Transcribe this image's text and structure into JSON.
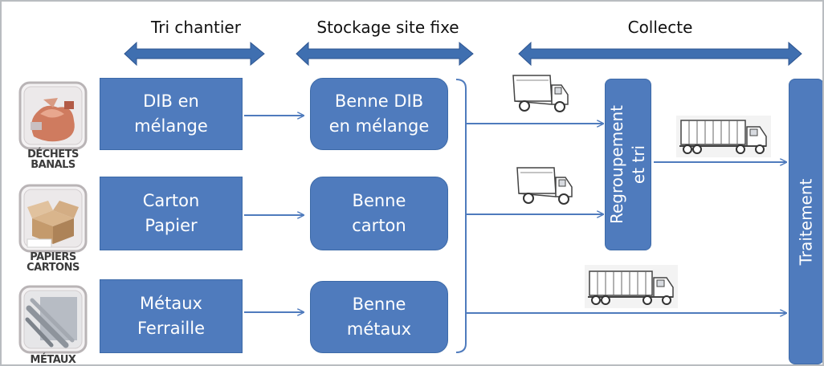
{
  "headers": {
    "tri": "Tri chantier",
    "stockage": "Stockage site fixe",
    "collecte": "Collecte"
  },
  "categories": [
    {
      "label": "DÉCHETS\nBANALS",
      "icon": "waste-bag-icon"
    },
    {
      "label": "PAPIERS\nCARTONS",
      "icon": "cardboard-box-icon"
    },
    {
      "label": "MÉTAUX",
      "icon": "metal-bars-icon"
    }
  ],
  "sort_boxes": [
    "DIB en\nmélange",
    "Carton\nPapier",
    "Métaux\nFerraille"
  ],
  "storage_boxes": [
    "Benne DIB\nen mélange",
    "Benne\ncarton",
    "Benne\nmétaux"
  ],
  "regroupement": "Regroupement\net tri",
  "traitement": "Traitement",
  "trucks": [
    "small-truck-icon",
    "small-truck-icon",
    "semi-trailer-truck-icon",
    "semi-trailer-truck-icon"
  ],
  "colors": {
    "box_fill": "#4f7bbd",
    "arrow": "#4f7bbd",
    "header_arrow": "#3f6fb0",
    "bracket": "#4f7bbd"
  }
}
